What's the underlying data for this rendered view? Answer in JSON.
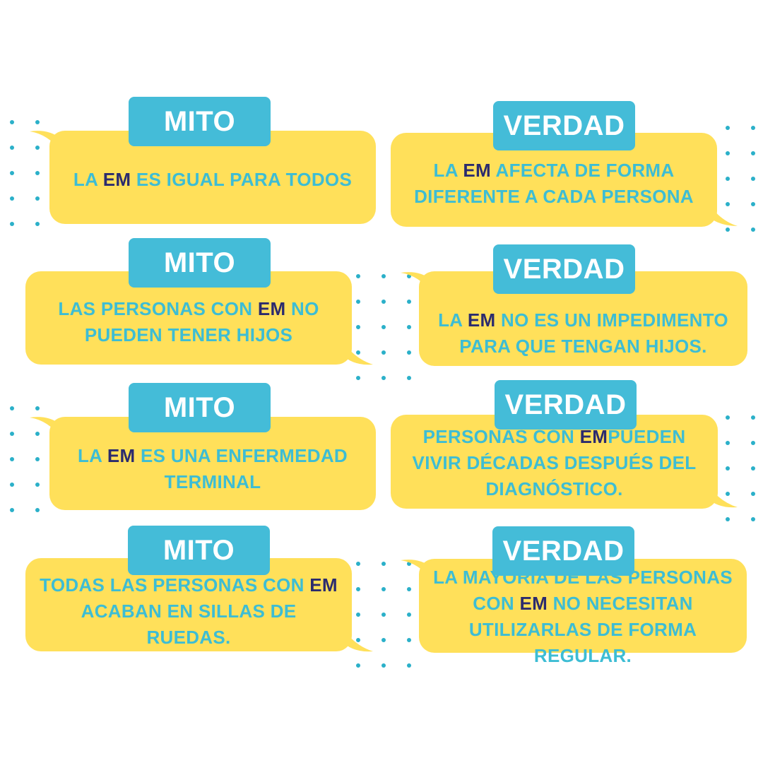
{
  "colors": {
    "bubble": "#FFE05A",
    "label": "#44BCD8",
    "text": "#3DBDD4",
    "em": "#2B2B6E",
    "dots": "#2BB0C9"
  },
  "labels": {
    "myth": "MITO",
    "truth": "VERDAD"
  },
  "rows": [
    {
      "myth": [
        "LA ",
        "EM",
        " ES IGUAL PARA TODOS"
      ],
      "truth": [
        "LA ",
        "EM",
        " AFECTA DE FORMA DIFERENTE A CADA PERSONA"
      ]
    },
    {
      "myth": [
        "LAS PERSONAS CON ",
        "EM",
        " NO PUEDEN TENER HIJOS"
      ],
      "truth": [
        "LA ",
        "EM",
        " NO ES UN IMPEDIMENTO PARA QUE TENGAN HIJOS."
      ]
    },
    {
      "myth": [
        "LA ",
        "EM",
        " ES UNA ENFERMEDAD TERMINAL"
      ],
      "truth": [
        "PERSONAS CON ",
        "EM",
        "PUEDEN VIVIR DÉCADAS DESPUÉS DEL DIAGNÓSTICO."
      ]
    },
    {
      "myth": [
        "TODAS LAS PERSONAS CON ",
        "EM",
        " ACABAN EN SILLAS DE RUEDAS."
      ],
      "truth": [
        "LA MAYORÍA DE LAS PERSONAS CON ",
        "EM",
        " NO NECESITAN UTILIZARLAS DE FORMA REGULAR."
      ]
    }
  ]
}
